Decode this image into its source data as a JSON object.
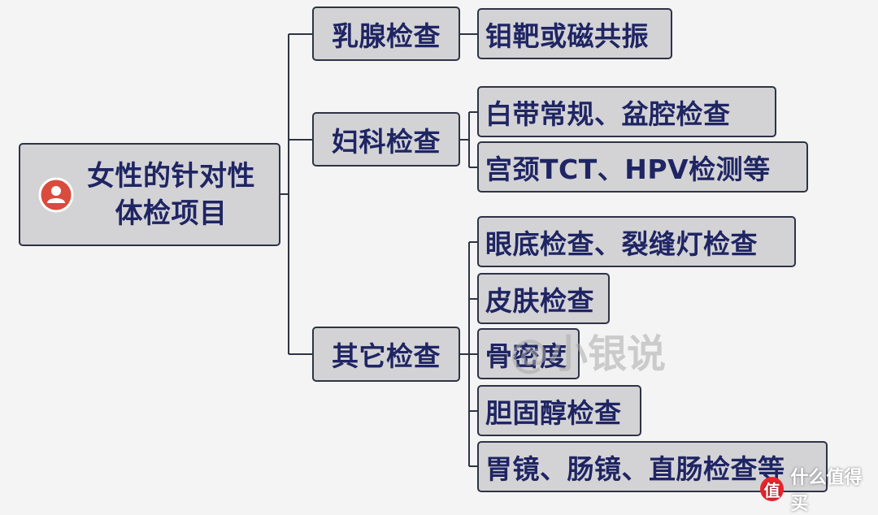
{
  "root": {
    "line1": "女性的针对性",
    "line2": "体检项目",
    "icon": "person-icon",
    "icon_color": "#d94b3d"
  },
  "branches": [
    {
      "label": "乳腺检查",
      "children": [
        "钼靶或磁共振"
      ]
    },
    {
      "label": "妇科检查",
      "children": [
        "白带常规、盆腔检查",
        "宫颈TCT、HPV检测等"
      ]
    },
    {
      "label": "其它检查",
      "children": [
        "眼底检查、裂缝灯检查",
        "皮肤检查",
        "骨密度",
        "胆固醇检查",
        "胃镜、肠镜、直肠检查等"
      ]
    }
  ],
  "watermark": "@小银说",
  "brand": {
    "logo": "值",
    "name": "什么值得买"
  },
  "colors": {
    "node_fill": "#d3d3d5",
    "node_border": "#2e3346",
    "text": "#1f2563",
    "connector": "#2e3346",
    "background": "#f4f4f4"
  }
}
